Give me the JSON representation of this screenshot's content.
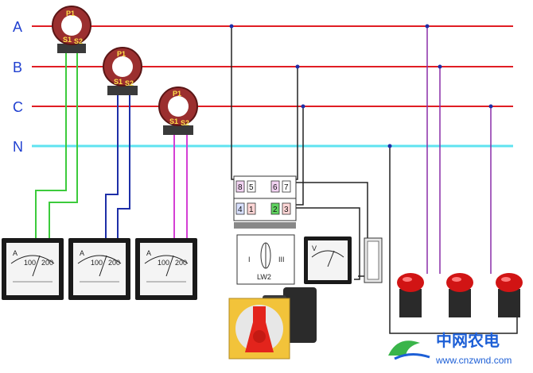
{
  "phases": [
    "A",
    "B",
    "C",
    "N"
  ],
  "ct_labels": {
    "primary": "P1",
    "s1": "S1",
    "s2": "S2"
  },
  "ammeter": {
    "unit": "A",
    "scale_low": "100",
    "scale_high": "200"
  },
  "voltmeter": {
    "unit": "V"
  },
  "switch_box": {
    "numbers": [
      "8",
      "5",
      "6",
      "7",
      "4",
      "1",
      "2",
      "3"
    ],
    "roman_left": "I",
    "roman_right": "III",
    "label": "LW2"
  },
  "watermark": {
    "brand": "中网农电",
    "url": "www.cnzwnd.com"
  },
  "colors": {
    "phase_line": "#e01d24",
    "neutral_line": "#5fe3f0",
    "ct_green": "#3ccb3c",
    "ct_blue": "#1e2fa8",
    "ct_magenta": "#d43fd4",
    "wire_purple": "#8a2fa8"
  }
}
